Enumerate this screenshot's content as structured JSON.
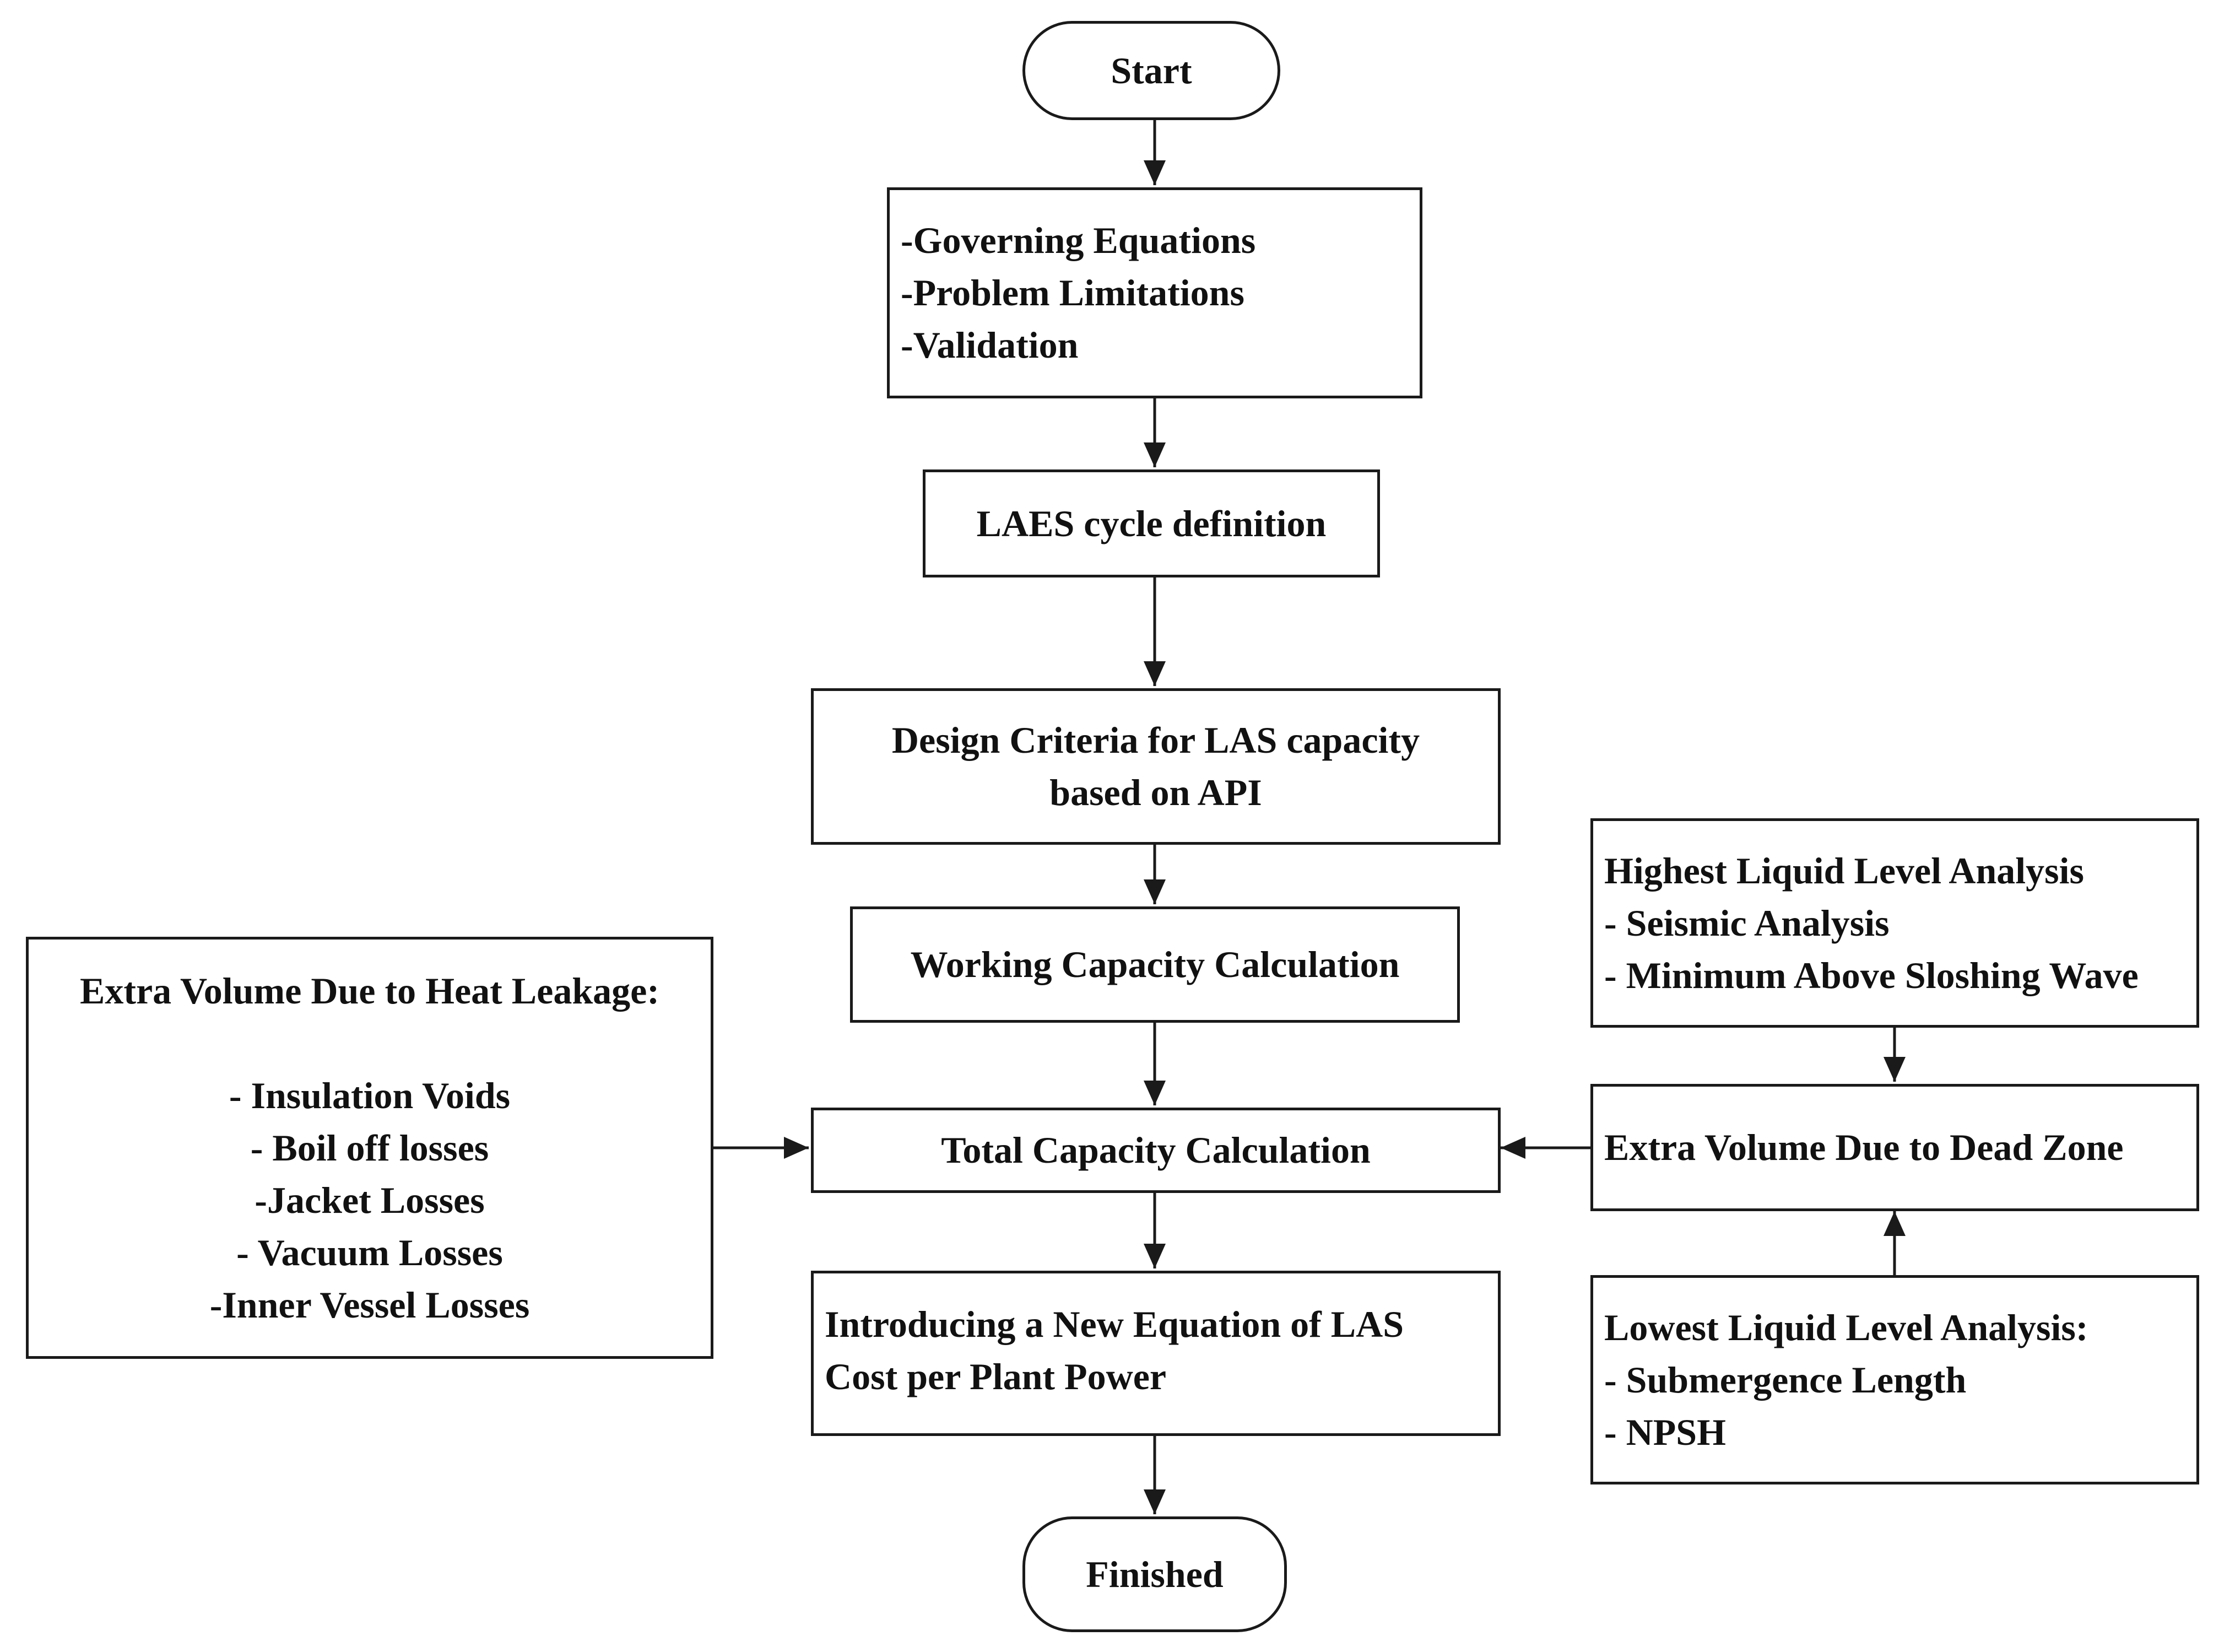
{
  "nodes": {
    "start": {
      "lines": [
        "Start"
      ]
    },
    "governing": {
      "lines": [
        "-Governing Equations",
        "-Problem Limitations",
        "-Validation"
      ]
    },
    "laes": {
      "lines": [
        "LAES cycle definition"
      ]
    },
    "design": {
      "lines": [
        "Design Criteria for LAS capacity",
        "based on API"
      ]
    },
    "working": {
      "lines": [
        "Working Capacity Calculation"
      ]
    },
    "total": {
      "lines": [
        "Total Capacity Calculation"
      ]
    },
    "introducing": {
      "lines": [
        "Introducing a New Equation of LAS",
        "Cost per Plant Power"
      ]
    },
    "finished": {
      "lines": [
        "Finished"
      ]
    },
    "heat": {
      "title": "Extra Volume Due to Heat Leakage:",
      "lines": [
        "- Insulation Voids",
        "- Boil off losses",
        "-Jacket Losses",
        "- Vacuum Losses",
        "-Inner Vessel Losses"
      ]
    },
    "highest": {
      "lines": [
        "Highest Liquid Level Analysis",
        "- Seismic Analysis",
        "- Minimum Above Sloshing Wave"
      ]
    },
    "deadzone": {
      "lines": [
        "Extra Volume Due to Dead Zone"
      ]
    },
    "lowest": {
      "lines": [
        "Lowest Liquid Level Analysis:",
        "- Submergence Length",
        "- NPSH"
      ]
    }
  },
  "edges": [
    {
      "from": "start",
      "to": "governing"
    },
    {
      "from": "governing",
      "to": "laes"
    },
    {
      "from": "laes",
      "to": "design"
    },
    {
      "from": "design",
      "to": "working"
    },
    {
      "from": "working",
      "to": "total"
    },
    {
      "from": "heat",
      "to": "total"
    },
    {
      "from": "deadzone",
      "to": "total"
    },
    {
      "from": "highest",
      "to": "deadzone"
    },
    {
      "from": "lowest",
      "to": "deadzone"
    },
    {
      "from": "total",
      "to": "introducing"
    },
    {
      "from": "introducing",
      "to": "finished"
    }
  ]
}
